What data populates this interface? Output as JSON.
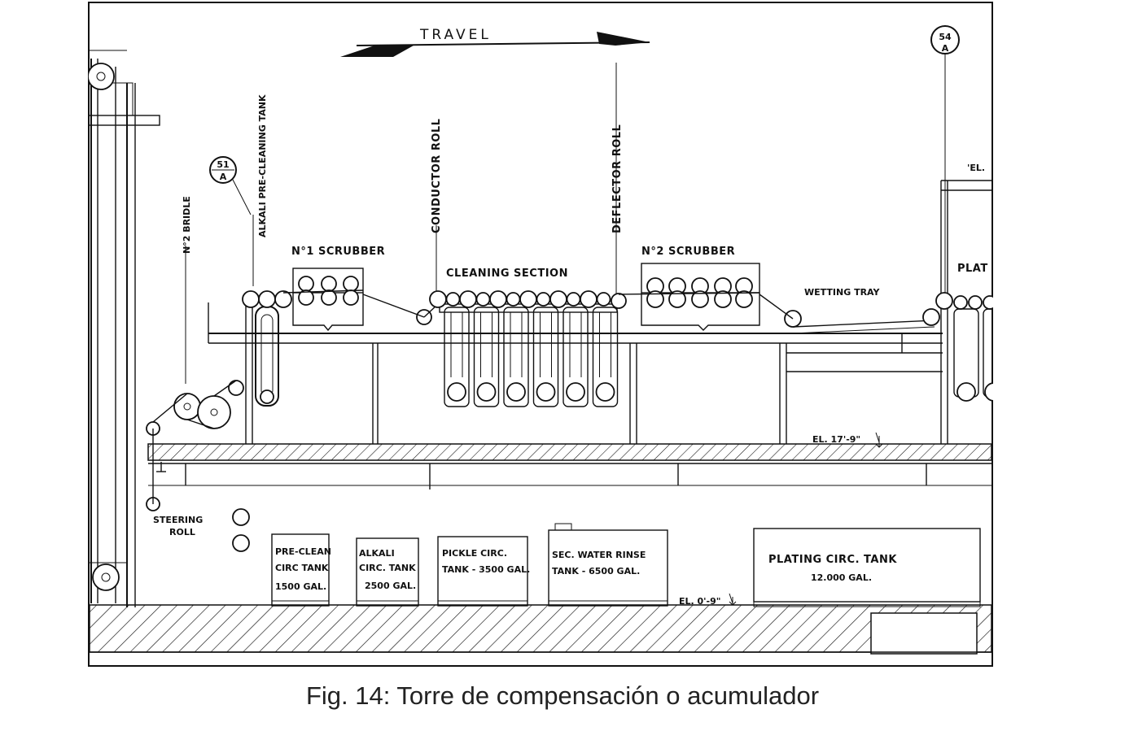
{
  "caption": "Fig. 14: Torre de compensación o acumulador",
  "diagram": {
    "travel": "TRAVEL",
    "bubble_51": "51",
    "bubble_51_sub": "A",
    "bubble_54": "54",
    "bubble_54_sub": "A",
    "bridle_label": "N°2 BRIDLE",
    "alkali_tank_label": "ALKALI PRE-CLEANING TANK",
    "conductor_roll_label": "CONDUCTOR ROLL",
    "deflector_roll_label": "DEFLECTOR ROLL",
    "scrubber1": "N°1 SCRUBBER",
    "scrubber2": "N°2 SCRUBBER",
    "cleaning_section": "CLEANING SECTION",
    "wetting_tray": "WETTING TRAY",
    "plating_partial": "PLAT",
    "el_partial": "'EL.",
    "el_upper": "EL. 17'-9\"",
    "el_lower": "EL. 0'-9\"",
    "steering_line1": "STEERING",
    "steering_line2": "ROLL",
    "tanks": [
      {
        "line1": "PRE-CLEAN",
        "line2": "CIRC TANK",
        "line3": "1500 GAL."
      },
      {
        "line1": "ALKALI",
        "line2": "CIRC. TANK",
        "line3": "2500 GAL."
      },
      {
        "line1": "PICKLE CIRC.",
        "line2": "TANK - 3500 GAL.",
        "line3": ""
      },
      {
        "line1": "SEC. WATER RINSE",
        "line2": "TANK - 6500 GAL.",
        "line3": ""
      },
      {
        "line1": "PLATING CIRC. TANK",
        "line2": "12.000 GAL.",
        "line3": ""
      }
    ]
  }
}
